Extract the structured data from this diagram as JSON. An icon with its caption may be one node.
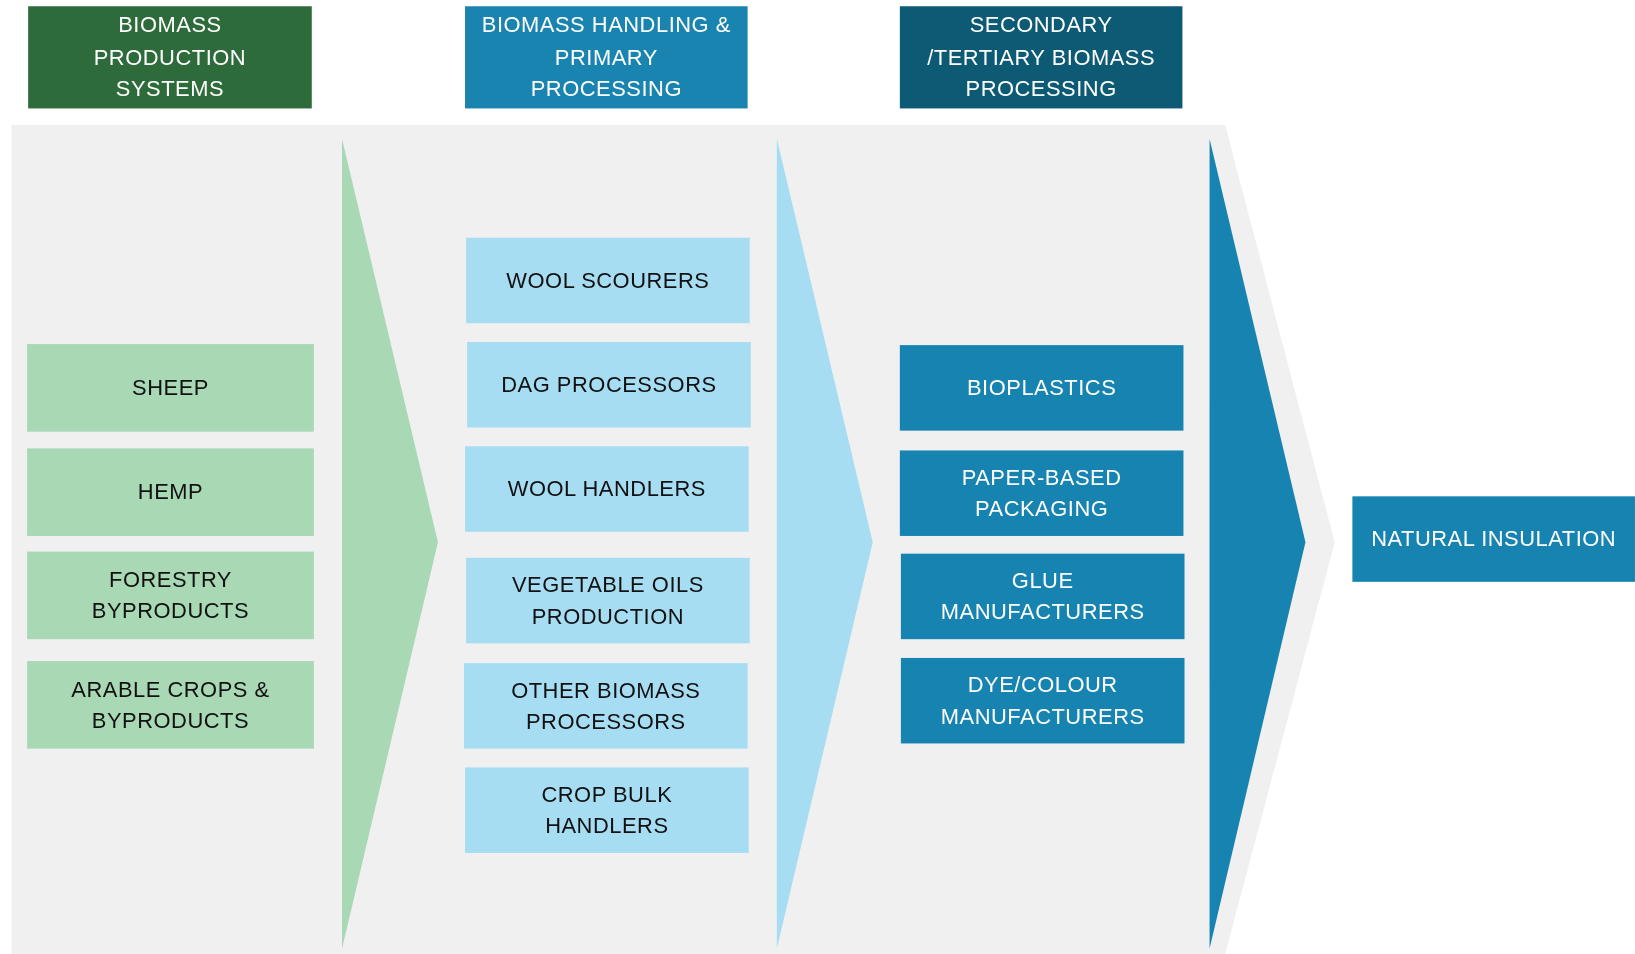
{
  "diagram": {
    "nodes": [
      {
        "text": [
          "BIOMASS PRODUCTION SYSTEMS"
        ]
      },
      {
        "text": [
          "BIOMASS HANDLING & PRIMARY PROCESSING"
        ]
      },
      {
        "text": [
          "SECONDARY /TERTIARY BIOMASS PROCESSING"
        ]
      },
      {
        "text": [
          "SHEEP"
        ]
      },
      {
        "text": [
          "HEMP"
        ]
      },
      {
        "text": [
          "FORESTRY BYPRODUCTS"
        ]
      },
      {
        "text": [
          "ARABLE CROPS & BYPRODUCTS"
        ]
      },
      {
        "text": [
          "WOOL SCOURERS"
        ]
      },
      {
        "text": [
          "DAG PROCESSORS"
        ]
      },
      {
        "text": [
          "WOOL HANDLERS"
        ]
      },
      {
        "text": [
          "VEGETABLE OILS PRODUCTION"
        ]
      },
      {
        "text": [
          "OTHER BIOMASS PROCESSORS"
        ]
      },
      {
        "text": [
          "CROP BULK HANDLERS"
        ]
      },
      {
        "text": [
          "BIOPLASTICS"
        ]
      },
      {
        "text": [
          "PAPER-BASED PACKAGING"
        ]
      },
      {
        "text": [
          "GLUE MANUFACTURERS"
        ]
      },
      {
        "text": [
          "DYE/COLOUR MANUFACTURERS"
        ]
      },
      {
        "text": [
          "NATURAL INSULATION"
        ]
      }
    ]
  }
}
